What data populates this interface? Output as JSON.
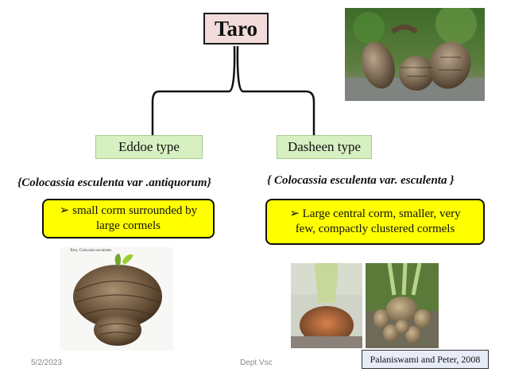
{
  "title": "Taro",
  "branches": [
    {
      "label": "Eddoe type",
      "scientific_name": "{Colocassia  esculenta  var .antiquorum}",
      "description": "small corm surrounded by large cormels",
      "photo_caption": "Taro, Colocasia esculenta"
    },
    {
      "label": "Dasheen type",
      "scientific_name": "{ Colocassia  esculenta var. esculenta }",
      "description": "Large central corm, smaller, very few, compactly clustered  cormels"
    }
  ],
  "bullet_glyph": "➢",
  "footer": {
    "date": "5/2/2023",
    "center": "Dept Vsc"
  },
  "citation": "Palaniswami and Peter, 2008",
  "colors": {
    "title_fill": "#f2dcdb",
    "type_box_fill": "#d7f0c2",
    "description_fill": "#ffff00",
    "citation_fill": "#e7ecf8",
    "connector": "#111111"
  }
}
